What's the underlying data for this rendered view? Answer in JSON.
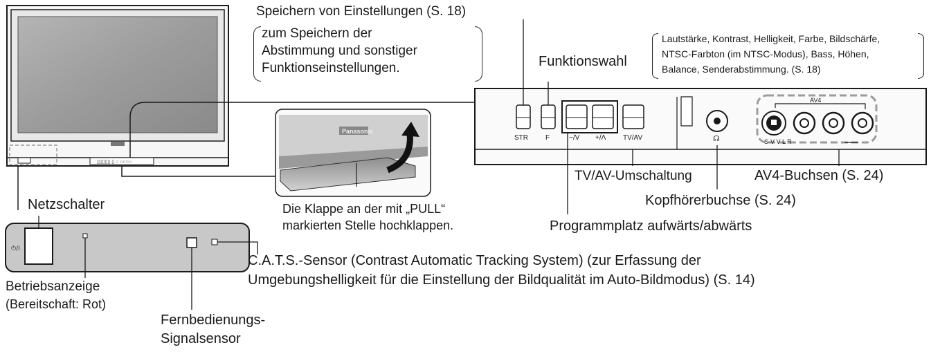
{
  "labels": {
    "store_title": "Speichern von Einstellungen (S. 18)",
    "store_desc_1": "zum Speichern der",
    "store_desc_2": "Abstimmung und sonstiger",
    "store_desc_3": "Funktionseinstellungen.",
    "function_select": "Funktionswahl",
    "function_list_1": "Lautstärke, Kontrast, Helligkeit, Farbe, Bildschärfe,",
    "function_list_2": "NTSC-Farbton (im NTSC-Modus), Bass, Höhen,",
    "function_list_3": "Balance, Senderabstimmung. (S. 18)",
    "tv_av_switch": "TV/AV-Umschaltung",
    "av4_jacks": "AV4-Buchsen (S. 24)",
    "headphone_jack": "Kopfhörerbuchse (S. 24)",
    "program_up_down": "Programmplatz aufwärts/abwärts",
    "flap_1": "Die Klappe an der mit „PULL“",
    "flap_2": "markierten Stelle hochklappen.",
    "power_switch": "Netzschalter",
    "power_indicator": "Betriebsanzeige",
    "standby_red": "(Bereitschaft: Rot)",
    "remote_sensor_1": "Fernbedienungs-",
    "remote_sensor_2": "Signalsensor",
    "cats_1": "C.A.T.S.-Sensor (Contrast Automatic Tracking System) (zur Erfassung der",
    "cats_2": "Umgebungshelligkeit für die Einstellung der Bildqualität im Auto-Bildmodus) (S. 14)"
  },
  "panel": {
    "btn_str": "STR",
    "btn_f": "F",
    "btn_minus": "−/V",
    "btn_plus": "+/Λ",
    "btn_tvav": "TV/AV",
    "av4_label": "AV4",
    "av4_jack_letters": "S-V V L R",
    "brand": "Panasonic"
  },
  "colors": {
    "line": "#1a1a1a",
    "screen_gray": "#9a9a9a",
    "dashed_gray": "#9c9c9c"
  }
}
